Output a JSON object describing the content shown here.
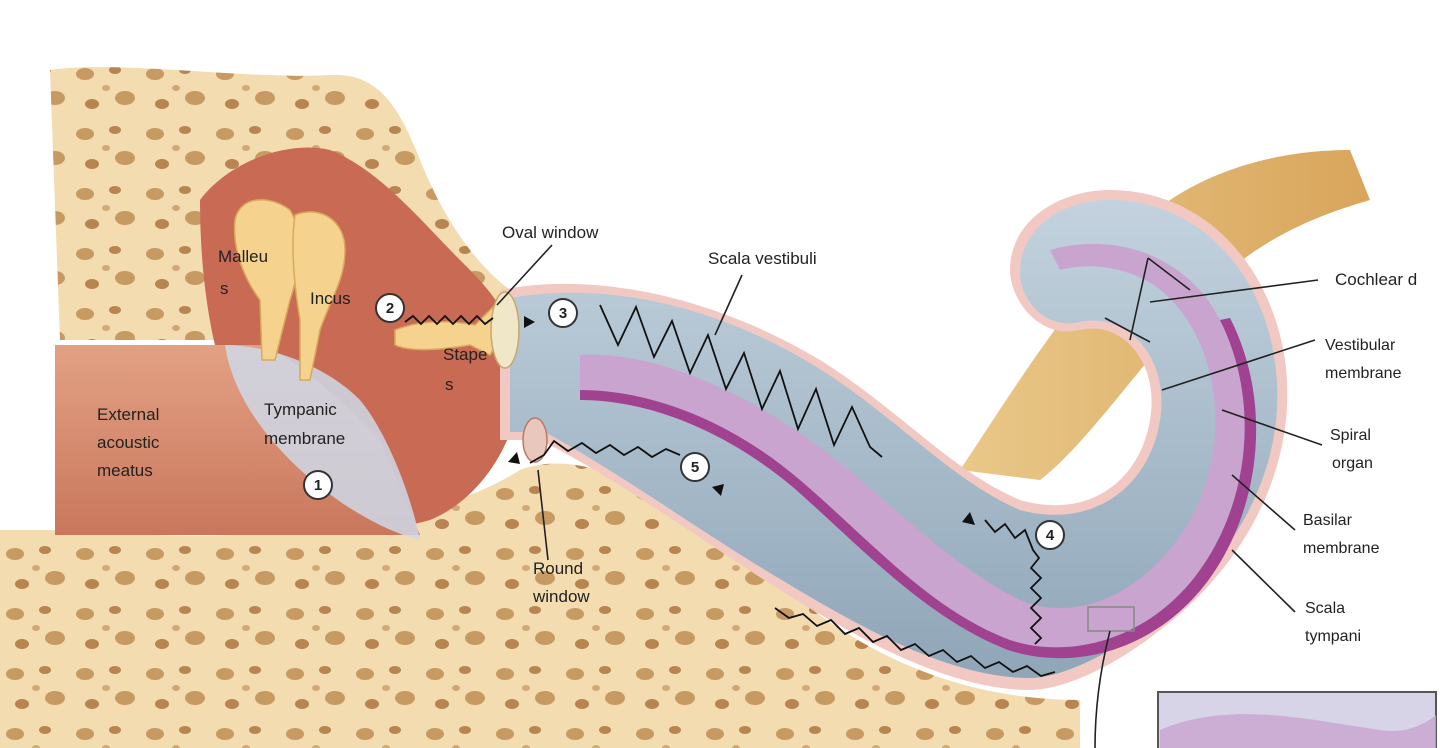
{
  "labels": {
    "malleus_a": "Malleu",
    "malleus_b": "s",
    "incus": "Incus",
    "stapes_a": "Stape",
    "stapes_b": "s",
    "tympanic_a": "Tympanic",
    "tympanic_b": "membrane",
    "eam_a": "External",
    "eam_b": "acoustic",
    "eam_c": "meatus",
    "oval_window": "Oval window",
    "scala_vestibuli": "Scala vestibuli",
    "round_a": "Round",
    "round_b": "window",
    "cochlear_duct": "Cochlear d",
    "vestibular_a": "Vestibular",
    "vestibular_b": "membrane",
    "spiral_a": "Spiral",
    "spiral_b": "organ",
    "basilar_a": "Basilar",
    "basilar_b": "membrane",
    "scala_t_a": "Scala",
    "scala_t_b": "tympani"
  },
  "steps": [
    "1",
    "2",
    "3",
    "4",
    "5"
  ],
  "colors": {
    "bone": "#f2dcb0",
    "bone_pore": "#c79a62",
    "middle_ear": "#c96a55",
    "canal": "#d58a6f",
    "scala": "#a9bccb",
    "duct": "#c9a4cf",
    "basilar": "#a0428f",
    "nerve": "#e2b873",
    "ossicle": "#f5d28e"
  }
}
